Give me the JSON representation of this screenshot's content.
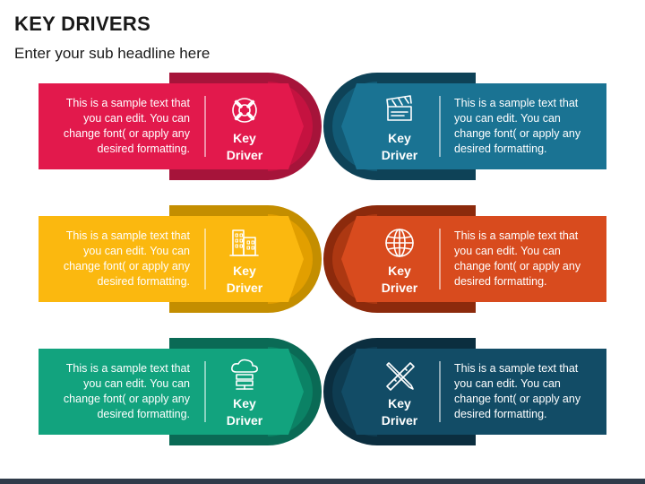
{
  "header": {
    "title": "KEY DRIVERS",
    "subtitle": "Enter your sub headline here"
  },
  "cards": [
    {
      "side": "left",
      "row": 0,
      "icon": "lifebuoy-icon",
      "dark": "#a6143a",
      "mid": "#c51240",
      "main": "#e2194c",
      "text": "This is a sample text that you can edit. You can change font( or apply any desired formatting.",
      "label1": "Key",
      "label2": "Driver"
    },
    {
      "side": "right",
      "row": 0,
      "icon": "clapperboard-icon",
      "dark": "#0e4257",
      "mid": "#125a75",
      "main": "#1a7393",
      "text": "This is a sample text that you can edit. You can change font( or apply any desired formatting.",
      "label1": "Key",
      "label2": "Driver"
    },
    {
      "side": "left",
      "row": 1,
      "icon": "buildings-icon",
      "dark": "#c48e00",
      "mid": "#e29f00",
      "main": "#fbb80f",
      "text": "This is a sample text that you can edit. You can change font( or apply any desired formatting.",
      "label1": "Key",
      "label2": "Driver"
    },
    {
      "side": "right",
      "row": 1,
      "icon": "globe-icon",
      "dark": "#8c2a0c",
      "mid": "#ad3812",
      "main": "#d84b1e",
      "text": "This is a sample text that you can edit. You can change font( or apply any desired formatting.",
      "label1": "Key",
      "label2": "Driver"
    },
    {
      "side": "left",
      "row": 2,
      "icon": "cloud-server-icon",
      "dark": "#0a6a55",
      "mid": "#0b8265",
      "main": "#12a37e",
      "text": "This is a sample text that you can edit. You can change font( or apply any desired formatting.",
      "label1": "Key",
      "label2": "Driver"
    },
    {
      "side": "right",
      "row": 2,
      "icon": "pencil-ruler-icon",
      "dark": "#0b2e3f",
      "mid": "#0e3c51",
      "main": "#124c66",
      "text": "This is a sample text that you can edit. You can change font( or apply any desired formatting.",
      "label1": "Key",
      "label2": "Driver"
    }
  ]
}
